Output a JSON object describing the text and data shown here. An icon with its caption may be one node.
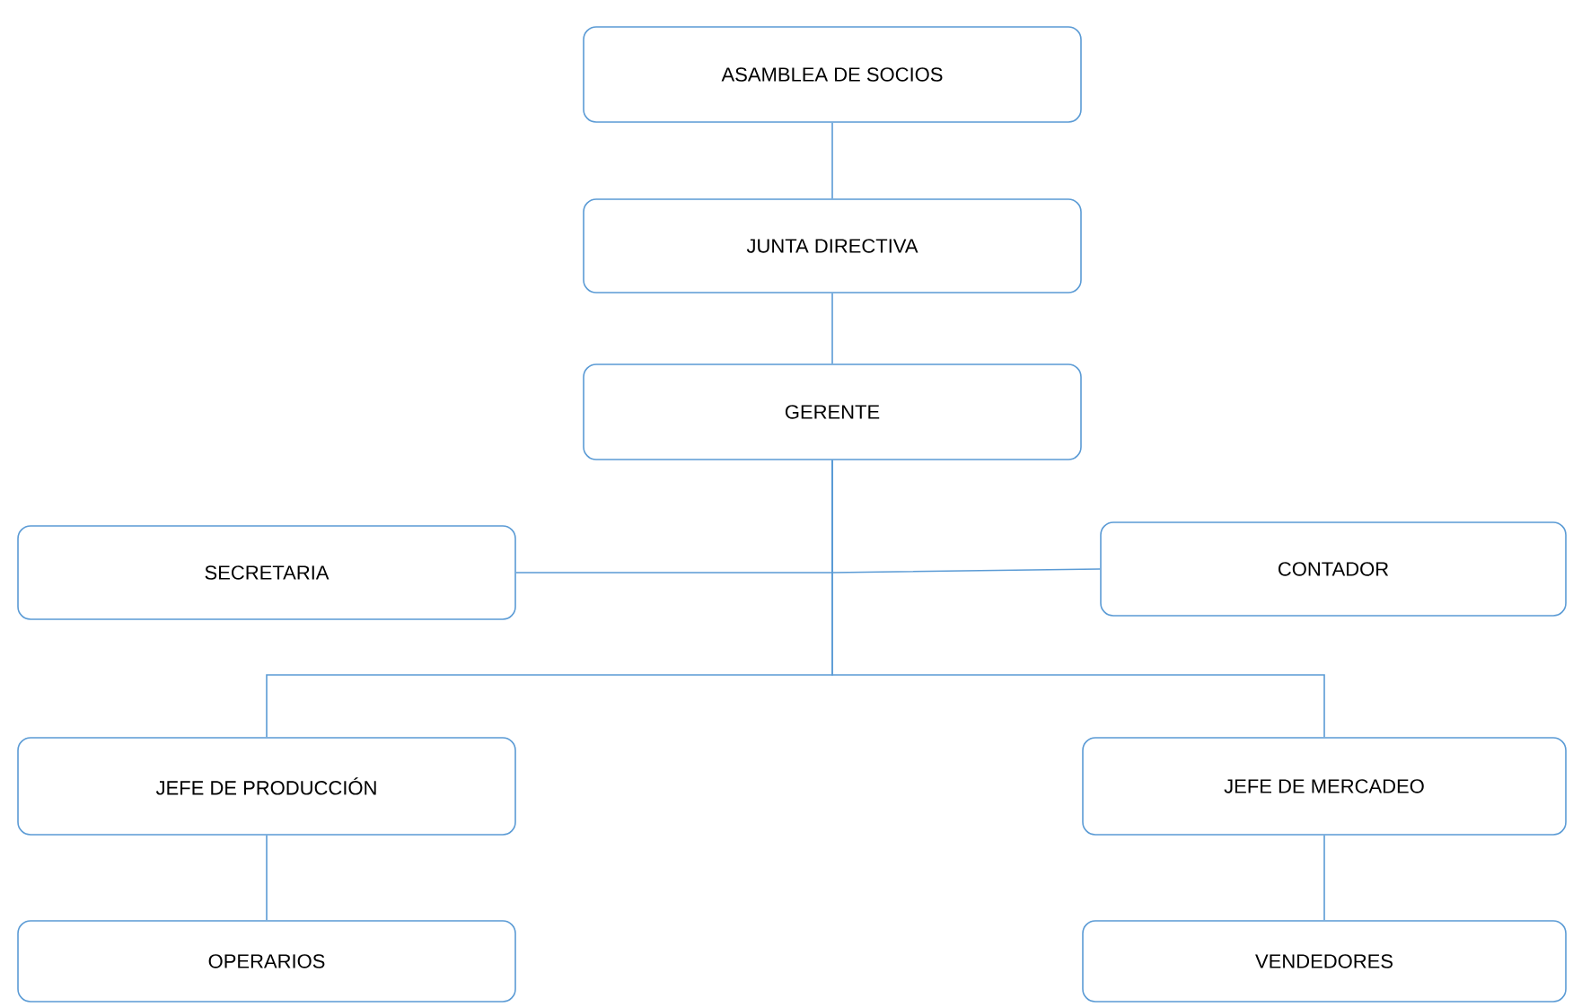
{
  "diagram": {
    "nodes": [
      {
        "text": [
          "ASAMBLEA DE SOCIOS"
        ]
      },
      {
        "text": [
          "JUNTA DIRECTIVA"
        ]
      },
      {
        "text": [
          "GERENTE"
        ]
      },
      {
        "text": [
          "SECRETARIA"
        ]
      },
      {
        "text": [
          "CONTADOR"
        ]
      },
      {
        "text": [
          "JEFE DE PRODUCCIÓN"
        ]
      },
      {
        "text": [
          "JEFE DE MERCADEO"
        ]
      },
      {
        "text": [
          "OPERARIOS"
        ]
      },
      {
        "text": [
          "VENDEDORES"
        ]
      }
    ],
    "edges": [
      {
        "from": 0,
        "to": 1,
        "arrow": "none"
      },
      {
        "from": 1,
        "to": 2,
        "arrow": "none"
      },
      {
        "from": 2,
        "to": 3,
        "arrow": "none"
      },
      {
        "from": 2,
        "to": 4,
        "arrow": "none"
      },
      {
        "from": 2,
        "to": 5,
        "arrow": "none"
      },
      {
        "from": 2,
        "to": 6,
        "arrow": "none"
      },
      {
        "from": 5,
        "to": 7,
        "arrow": "none"
      },
      {
        "from": 6,
        "to": 8,
        "arrow": "none"
      }
    ]
  }
}
